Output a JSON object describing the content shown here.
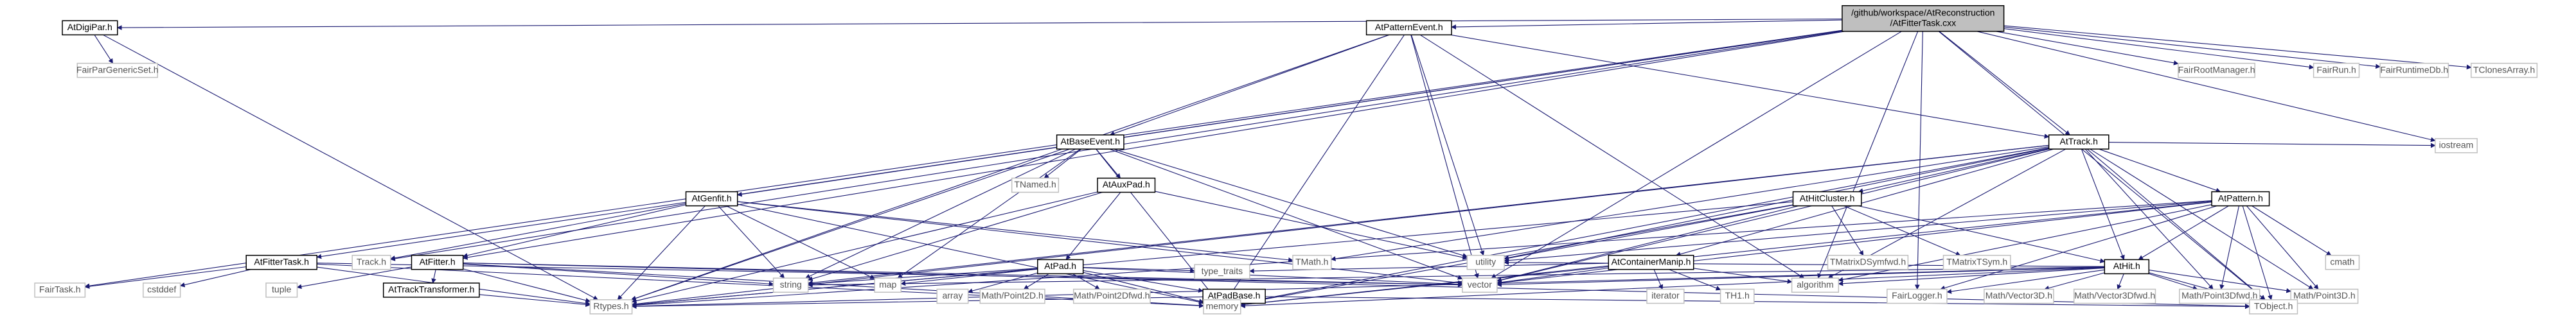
{
  "colors": {
    "edge": "#191970",
    "local_border": "#000000",
    "ext_border": "#bfbfbf",
    "root_fill": "#bfbfbf",
    "ext_text": "#555555"
  },
  "nodes": [
    {
      "id": "root",
      "label": "/github/workspace/AtReconstruction\n/AtFitterTask.cxx",
      "kind": "root"
    },
    {
      "id": "AtDigiPar_h",
      "label": "AtDigiPar.h",
      "kind": "local"
    },
    {
      "id": "FairParGenericSet_h",
      "label": "FairParGenericSet.h",
      "kind": "ext"
    },
    {
      "id": "AtPatternEvent_h",
      "label": "AtPatternEvent.h",
      "kind": "local"
    },
    {
      "id": "FairRootManager_h",
      "label": "FairRootManager.h",
      "kind": "ext"
    },
    {
      "id": "FairRun_h",
      "label": "FairRun.h",
      "kind": "ext"
    },
    {
      "id": "FairRuntimeDb_h",
      "label": "FairRuntimeDb.h",
      "kind": "ext"
    },
    {
      "id": "TClonesArray_h",
      "label": "TClonesArray.h",
      "kind": "ext"
    },
    {
      "id": "AtBaseEvent_h",
      "label": "AtBaseEvent.h",
      "kind": "local"
    },
    {
      "id": "AtTrack_h",
      "label": "AtTrack.h",
      "kind": "local"
    },
    {
      "id": "iostream",
      "label": "iostream",
      "kind": "ext"
    },
    {
      "id": "TNamed_h",
      "label": "TNamed.h",
      "kind": "ext"
    },
    {
      "id": "AtAuxPad_h",
      "label": "AtAuxPad.h",
      "kind": "local"
    },
    {
      "id": "AtGenfit_h",
      "label": "AtGenfit.h",
      "kind": "local"
    },
    {
      "id": "AtHitCluster_h",
      "label": "AtHitCluster.h",
      "kind": "local"
    },
    {
      "id": "AtPattern_h",
      "label": "AtPattern.h",
      "kind": "local"
    },
    {
      "id": "AtFitterTask_h",
      "label": "AtFitterTask.h",
      "kind": "local"
    },
    {
      "id": "AtFitter_h",
      "label": "AtFitter.h",
      "kind": "local"
    },
    {
      "id": "Track_h",
      "label": "Track.h",
      "kind": "ext"
    },
    {
      "id": "TMath_h",
      "label": "TMath.h",
      "kind": "ext"
    },
    {
      "id": "utility",
      "label": "utility",
      "kind": "ext"
    },
    {
      "id": "AtContainerManip_h",
      "label": "AtContainerManip.h",
      "kind": "local"
    },
    {
      "id": "TMatrixDSymfwd_h",
      "label": "TMatrixDSymfwd.h",
      "kind": "ext"
    },
    {
      "id": "TMatrixTSym_h",
      "label": "TMatrixTSym.h",
      "kind": "ext"
    },
    {
      "id": "AtHit_h",
      "label": "AtHit.h",
      "kind": "local"
    },
    {
      "id": "cmath",
      "label": "cmath",
      "kind": "ext"
    },
    {
      "id": "AtPad_h",
      "label": "AtPad.h",
      "kind": "local"
    },
    {
      "id": "FairTask_h",
      "label": "FairTask.h",
      "kind": "ext"
    },
    {
      "id": "cstddef",
      "label": "cstddef",
      "kind": "ext"
    },
    {
      "id": "tuple",
      "label": "tuple",
      "kind": "ext"
    },
    {
      "id": "AtTrackTransformer_h",
      "label": "AtTrackTransformer.h",
      "kind": "local"
    },
    {
      "id": "string",
      "label": "string",
      "kind": "ext"
    },
    {
      "id": "map",
      "label": "map",
      "kind": "ext"
    },
    {
      "id": "array",
      "label": "array",
      "kind": "ext"
    },
    {
      "id": "Math_Point2D_h",
      "label": "Math/Point2D.h",
      "kind": "ext"
    },
    {
      "id": "Math_Point2Dfwd_h",
      "label": "Math/Point2Dfwd.h",
      "kind": "ext"
    },
    {
      "id": "AtPadBase_h",
      "label": "AtPadBase.h",
      "kind": "local"
    },
    {
      "id": "type_traits",
      "label": "type_traits",
      "kind": "ext"
    },
    {
      "id": "vector",
      "label": "vector",
      "kind": "ext"
    },
    {
      "id": "iterator",
      "label": "iterator",
      "kind": "ext"
    },
    {
      "id": "TH1_h",
      "label": "TH1.h",
      "kind": "ext"
    },
    {
      "id": "algorithm",
      "label": "algorithm",
      "kind": "ext"
    },
    {
      "id": "FairLogger_h",
      "label": "FairLogger.h",
      "kind": "ext"
    },
    {
      "id": "Math_Vector3D_h",
      "label": "Math/Vector3D.h",
      "kind": "ext"
    },
    {
      "id": "Math_Vector3Dfwd_h",
      "label": "Math/Vector3Dfwd.h",
      "kind": "ext"
    },
    {
      "id": "Math_Point3Dfwd_h",
      "label": "Math/Point3Dfwd.h",
      "kind": "ext"
    },
    {
      "id": "Math_Point3D_h",
      "label": "Math/Point3D.h",
      "kind": "ext"
    },
    {
      "id": "Rtypes_h",
      "label": "Rtypes.h",
      "kind": "ext"
    },
    {
      "id": "memory",
      "label": "memory",
      "kind": "ext"
    },
    {
      "id": "TObject_h",
      "label": "TObject.h",
      "kind": "ext"
    }
  ],
  "edges": [
    [
      "root",
      "AtDigiPar_h"
    ],
    [
      "root",
      "AtPatternEvent_h"
    ],
    [
      "root",
      "FairRootManager_h"
    ],
    [
      "root",
      "FairRun_h"
    ],
    [
      "root",
      "FairRuntimeDb_h"
    ],
    [
      "root",
      "TClonesArray_h"
    ],
    [
      "root",
      "AtFitterTask_h"
    ],
    [
      "root",
      "AtFitter_h"
    ],
    [
      "root",
      "AtGenfit_h"
    ],
    [
      "root",
      "Track_h"
    ],
    [
      "root",
      "iostream"
    ],
    [
      "root",
      "TObject_h"
    ],
    [
      "root",
      "FairLogger_h"
    ],
    [
      "root",
      "AtTrack_h"
    ],
    [
      "root",
      "algorithm"
    ],
    [
      "root",
      "vector"
    ],
    [
      "root",
      "FairTask_h"
    ],
    [
      "AtDigiPar_h",
      "FairParGenericSet_h"
    ],
    [
      "AtDigiPar_h",
      "Rtypes_h"
    ],
    [
      "AtPatternEvent_h",
      "AtBaseEvent_h"
    ],
    [
      "AtPatternEvent_h",
      "AtTrack_h"
    ],
    [
      "AtPatternEvent_h",
      "utility"
    ],
    [
      "AtPatternEvent_h",
      "vector"
    ],
    [
      "AtPatternEvent_h",
      "memory"
    ],
    [
      "AtPatternEvent_h",
      "algorithm"
    ],
    [
      "AtPatternEvent_h",
      "Rtypes_h"
    ],
    [
      "AtBaseEvent_h",
      "TNamed_h"
    ],
    [
      "AtBaseEvent_h",
      "AtAuxPad_h"
    ],
    [
      "AtBaseEvent_h",
      "utility"
    ],
    [
      "AtBaseEvent_h",
      "string"
    ],
    [
      "AtBaseEvent_h",
      "map"
    ],
    [
      "AtBaseEvent_h",
      "memory"
    ],
    [
      "AtBaseEvent_h",
      "Rtypes_h"
    ],
    [
      "AtBaseEvent_h",
      "vector"
    ],
    [
      "AtAuxPad_h",
      "AtPad_h"
    ],
    [
      "AtAuxPad_h",
      "string"
    ],
    [
      "AtAuxPad_h",
      "Rtypes_h"
    ],
    [
      "AtAuxPad_h",
      "utility"
    ],
    [
      "AtTrack_h",
      "AtHitCluster_h"
    ],
    [
      "AtTrack_h",
      "AtPattern_h"
    ],
    [
      "AtTrack_h",
      "AtHit_h"
    ],
    [
      "AtTrack_h",
      "AtContainerManip_h"
    ],
    [
      "AtTrack_h",
      "iostream"
    ],
    [
      "AtTrack_h",
      "TMath_h"
    ],
    [
      "AtTrack_h",
      "utility"
    ],
    [
      "AtTrack_h",
      "vector"
    ],
    [
      "AtTrack_h",
      "Math_Point3Dfwd_h"
    ],
    [
      "AtTrack_h",
      "Math_Point3D_h"
    ],
    [
      "AtTrack_h",
      "TObject_h"
    ],
    [
      "AtTrack_h",
      "Rtypes_h"
    ],
    [
      "AtTrack_h",
      "algorithm"
    ],
    [
      "AtTrack_h",
      "memory"
    ],
    [
      "AtTrack_h",
      "string"
    ],
    [
      "AtHitCluster_h",
      "AtHit_h"
    ],
    [
      "AtHitCluster_h",
      "TMatrixDSymfwd_h"
    ],
    [
      "AtHitCluster_h",
      "TMatrixTSym_h"
    ],
    [
      "AtHitCluster_h",
      "utility"
    ],
    [
      "AtHitCluster_h",
      "vector"
    ],
    [
      "AtHitCluster_h",
      "memory"
    ],
    [
      "AtHitCluster_h",
      "Rtypes_h"
    ],
    [
      "AtPattern_h",
      "AtHit_h"
    ],
    [
      "AtPattern_h",
      "cmath"
    ],
    [
      "AtPattern_h",
      "Math_Point3Dfwd_h"
    ],
    [
      "AtPattern_h",
      "Math_Point3D_h"
    ],
    [
      "AtPattern_h",
      "TObject_h"
    ],
    [
      "AtPattern_h",
      "vector"
    ],
    [
      "AtPattern_h",
      "memory"
    ],
    [
      "AtPattern_h",
      "Rtypes_h"
    ],
    [
      "AtPattern_h",
      "utility"
    ],
    [
      "AtPattern_h",
      "algorithm"
    ],
    [
      "AtPattern_h",
      "FairLogger_h"
    ],
    [
      "AtHit_h",
      "Math_Vector3D_h"
    ],
    [
      "AtHit_h",
      "Math_Vector3Dfwd_h"
    ],
    [
      "AtHit_h",
      "Math_Point3Dfwd_h"
    ],
    [
      "AtHit_h",
      "Math_Point3D_h"
    ],
    [
      "AtHit_h",
      "TObject_h"
    ],
    [
      "AtHit_h",
      "Rtypes_h"
    ],
    [
      "AtHit_h",
      "memory"
    ],
    [
      "AtHit_h",
      "vector"
    ],
    [
      "AtHit_h",
      "utility"
    ],
    [
      "AtHit_h",
      "algorithm"
    ],
    [
      "AtHit_h",
      "FairLogger_h"
    ],
    [
      "AtHit_h",
      "string"
    ],
    [
      "AtContainerManip_h",
      "iterator"
    ],
    [
      "AtContainerManip_h",
      "TH1_h"
    ],
    [
      "AtContainerManip_h",
      "vector"
    ],
    [
      "AtContainerManip_h",
      "memory"
    ],
    [
      "AtContainerManip_h",
      "algorithm"
    ],
    [
      "AtContainerManip_h",
      "type_traits"
    ],
    [
      "AtGenfit_h",
      "AtFitter_h"
    ],
    [
      "AtGenfit_h",
      "Track_h"
    ],
    [
      "AtGenfit_h",
      "TMath_h"
    ],
    [
      "AtGenfit_h",
      "string"
    ],
    [
      "AtGenfit_h",
      "vector"
    ],
    [
      "AtGenfit_h",
      "Rtypes_h"
    ],
    [
      "AtGenfit_h",
      "memory"
    ],
    [
      "AtGenfit_h",
      "map"
    ],
    [
      "AtFitterTask_h",
      "FairTask_h"
    ],
    [
      "AtFitterTask_h",
      "cstddef"
    ],
    [
      "AtFitterTask_h",
      "Rtypes_h"
    ],
    [
      "AtFitterTask_h",
      "memory"
    ],
    [
      "AtFitterTask_h",
      "vector"
    ],
    [
      "AtFitter_h",
      "tuple"
    ],
    [
      "AtFitter_h",
      "AtTrackTransformer_h"
    ],
    [
      "AtFitter_h",
      "string"
    ],
    [
      "AtFitter_h",
      "Rtypes_h"
    ],
    [
      "AtFitter_h",
      "TObject_h"
    ],
    [
      "AtFitter_h",
      "memory"
    ],
    [
      "AtFitter_h",
      "vector"
    ],
    [
      "AtTrackTransformer_h",
      "Rtypes_h"
    ],
    [
      "AtPad_h",
      "AtPadBase_h"
    ],
    [
      "AtPad_h",
      "array"
    ],
    [
      "AtPad_h",
      "Math_Point2D_h"
    ],
    [
      "AtPad_h",
      "Math_Point2Dfwd_h"
    ],
    [
      "AtPad_h",
      "map"
    ],
    [
      "AtPad_h",
      "string"
    ],
    [
      "AtPad_h",
      "type_traits"
    ],
    [
      "AtPad_h",
      "memory"
    ],
    [
      "AtPad_h",
      "Rtypes_h"
    ],
    [
      "AtPad_h",
      "vector"
    ],
    [
      "AtPadBase_h",
      "TObject_h"
    ],
    [
      "AtPadBase_h",
      "Rtypes_h"
    ],
    [
      "AtPadBase_h",
      "memory"
    ]
  ]
}
